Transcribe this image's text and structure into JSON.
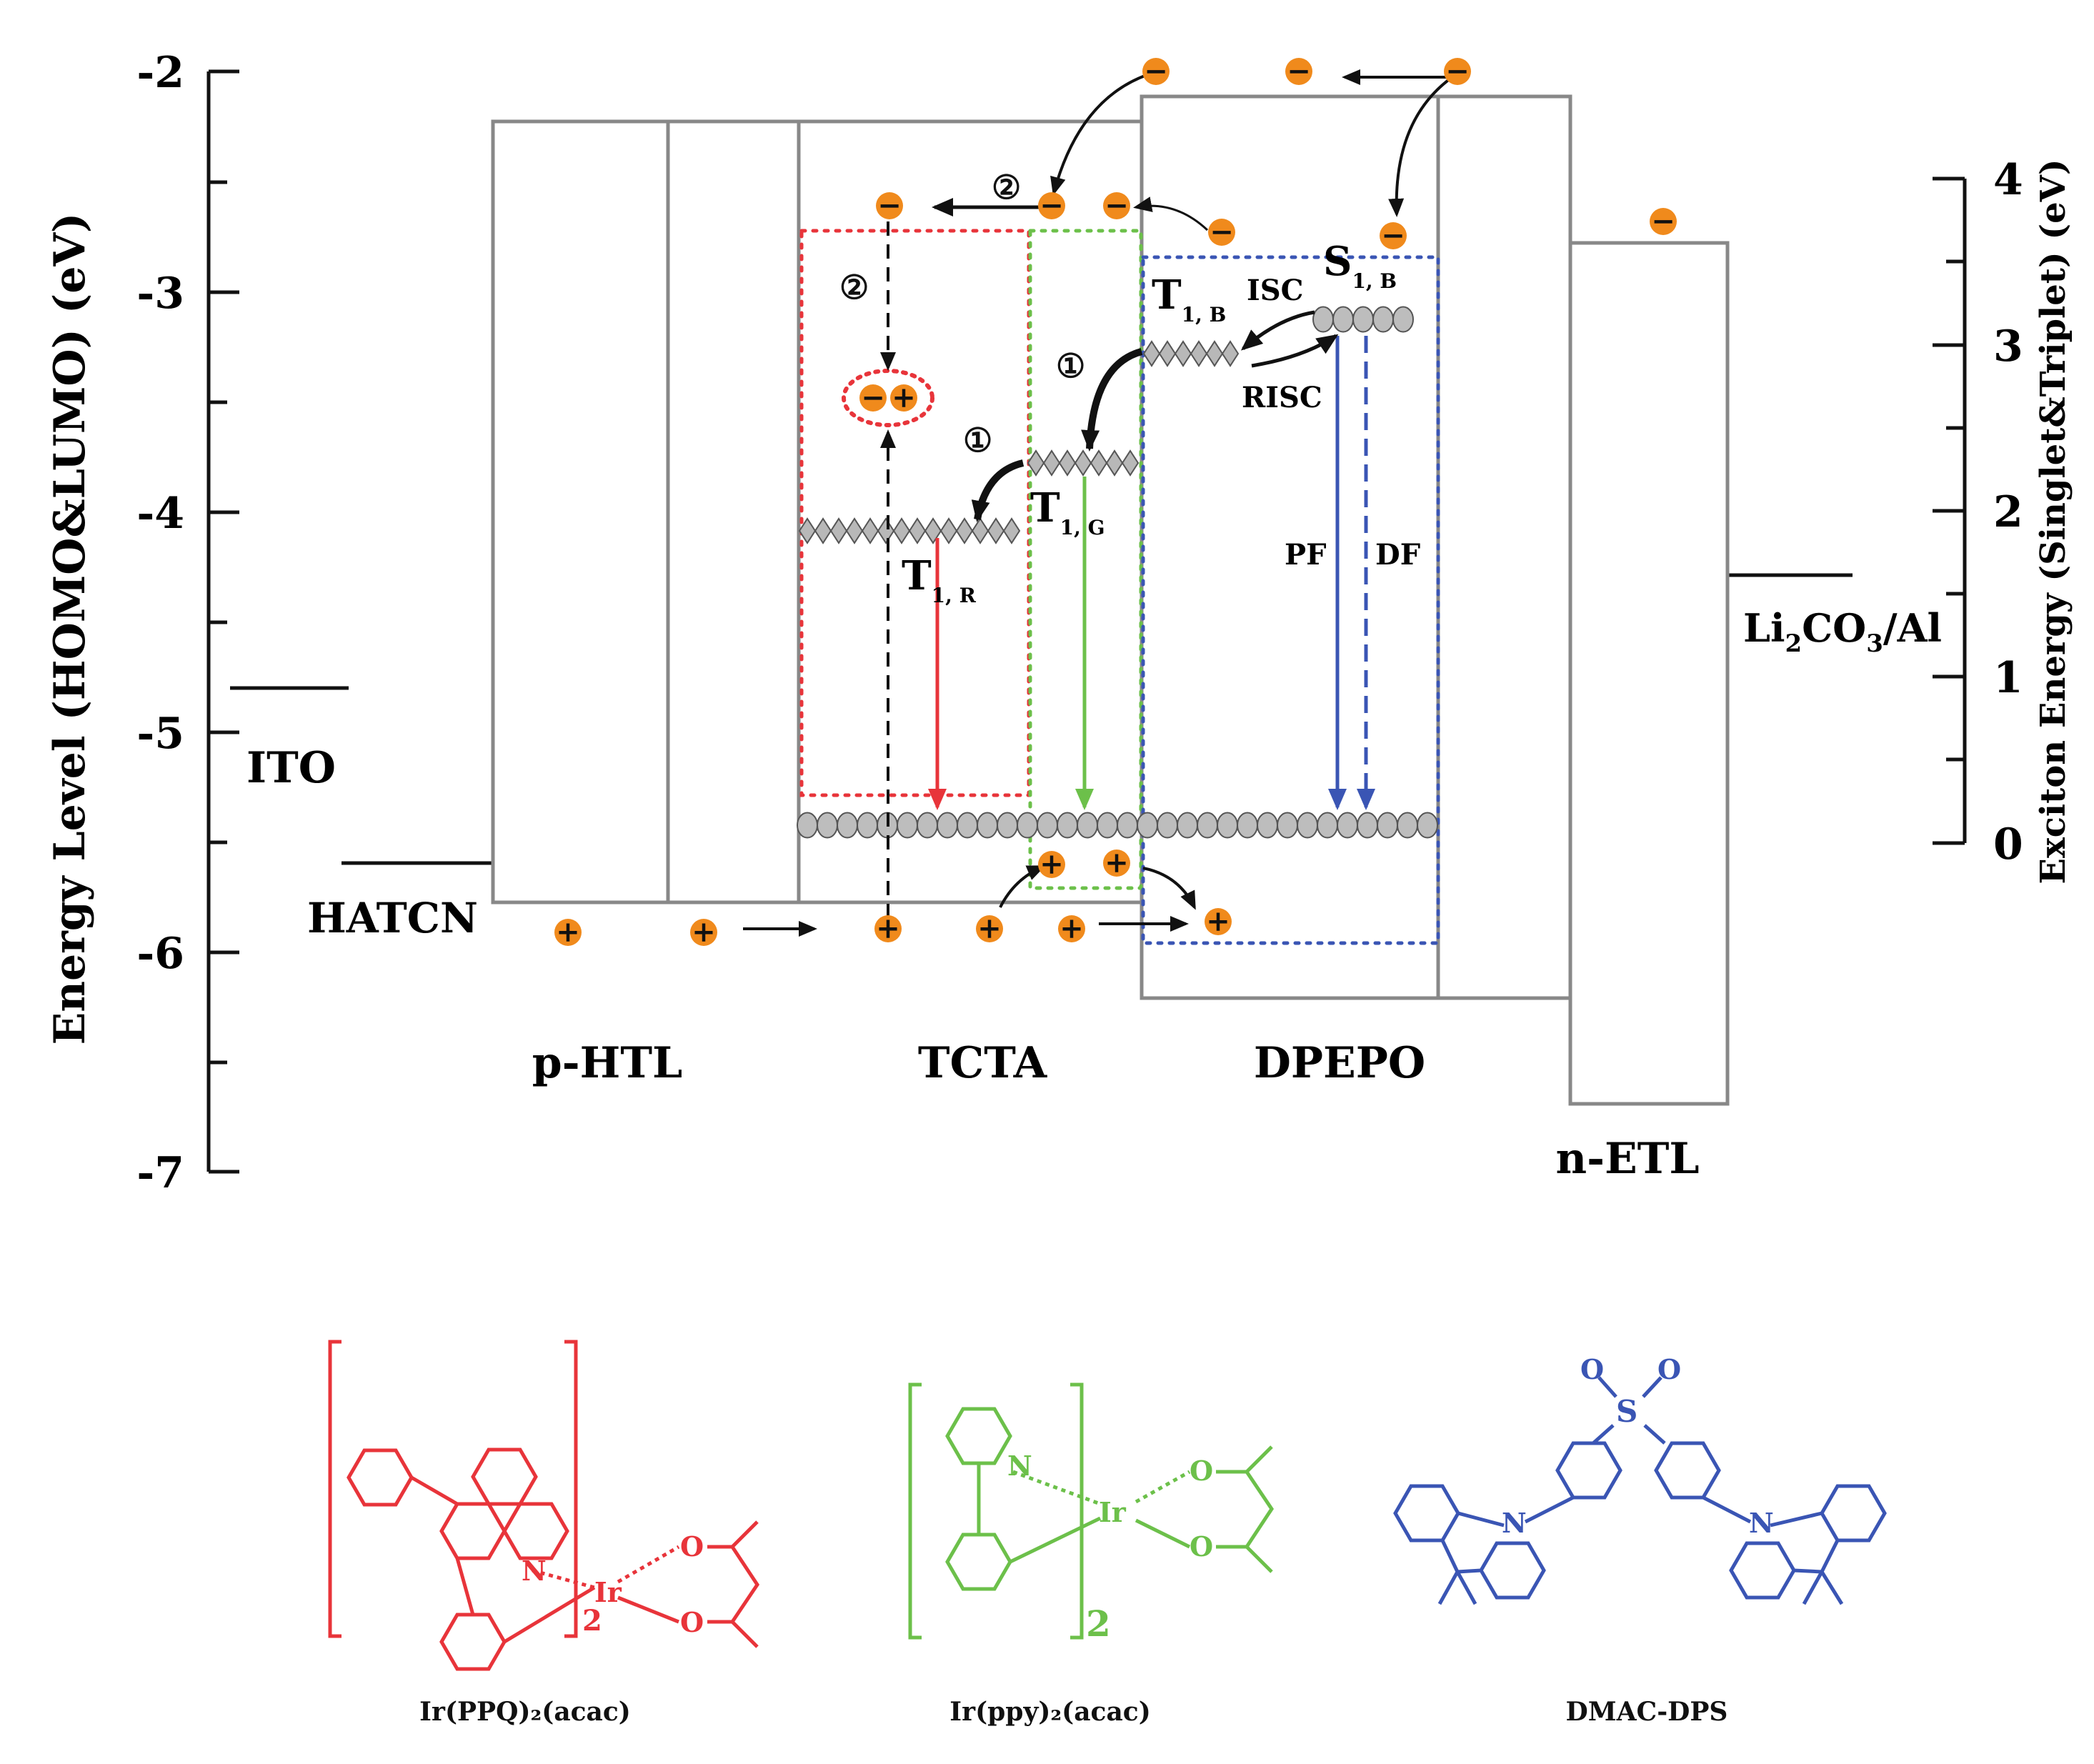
{
  "left_axis": {
    "label": "Energy Level (HOMO&LUMO) (eV)",
    "ticks": [
      "-2",
      "-3",
      "-4",
      "-5",
      "-6",
      "-7"
    ]
  },
  "right_axis": {
    "label": "Exciton Energy (Singlet&Triplet) (eV)",
    "ticks": [
      "4",
      "3",
      "2",
      "1",
      "0"
    ]
  },
  "layers": {
    "ito": "ITO",
    "hatcn": "HATCN",
    "phtl": "p-HTL",
    "tcta": "TCTA",
    "dpepo": "DPEPO",
    "netl": "n-ETL",
    "cathode_main": "Li",
    "cathode_sub1": "2",
    "cathode_mid": "CO",
    "cathode_sub2": "3",
    "cathode_end": "/Al"
  },
  "states": {
    "s1b": "S",
    "s1b_sub": "1, B",
    "t1b": "T",
    "t1b_sub": "1, B",
    "t1g": "T",
    "t1g_sub": "1, G",
    "t1r": "T",
    "t1r_sub": "1, R",
    "isc": "ISC",
    "risc": "RISC",
    "pf": "PF",
    "df": "DF"
  },
  "markers": {
    "one": "①",
    "two": "②"
  },
  "charges": {
    "electron": "−",
    "hole": "+"
  },
  "molecules": {
    "red_label": "Ir(PPQ)₂(acac)",
    "green_label": "Ir(ppy)₂(acac)",
    "blue_label": "DMAC-DPS",
    "atom_N": "N",
    "atom_O": "O",
    "atom_S": "S",
    "atom_Ir": "Ir",
    "sub_2": "2"
  },
  "colors": {
    "red": "#e8343a",
    "green": "#6cc04a",
    "blue": "#3a55b4",
    "charge": "#f08a1c",
    "box": "#888888"
  }
}
